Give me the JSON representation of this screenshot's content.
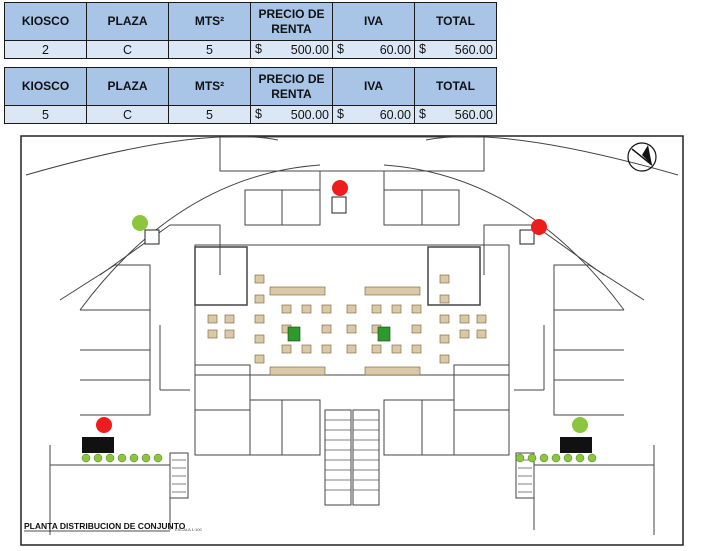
{
  "tables": [
    {
      "headers": [
        "KIOSCO",
        "PLAZA",
        "MTS²",
        "PRECIO DE RENTA",
        "IVA",
        "TOTAL"
      ],
      "row": {
        "kiosco": "2",
        "plaza": "C",
        "mts": "5",
        "currency": "$",
        "precio": "500.00",
        "iva": "60.00",
        "total": "560.00"
      }
    },
    {
      "headers": [
        "KIOSCO",
        "PLAZA",
        "MTS²",
        "PRECIO DE RENTA",
        "IVA",
        "TOTAL"
      ],
      "row": {
        "kiosco": "5",
        "plaza": "C",
        "mts": "5",
        "currency": "$",
        "precio": "500.00",
        "iva": "60.00",
        "total": "560.00"
      }
    }
  ],
  "plan": {
    "title": "PLANTA DISTRIBUCION DE CONJUNTO",
    "scale_note": "ESCALA 1:100",
    "marker_colors": {
      "occupied": "#ee1c1c",
      "available": "#8cc63f"
    }
  }
}
